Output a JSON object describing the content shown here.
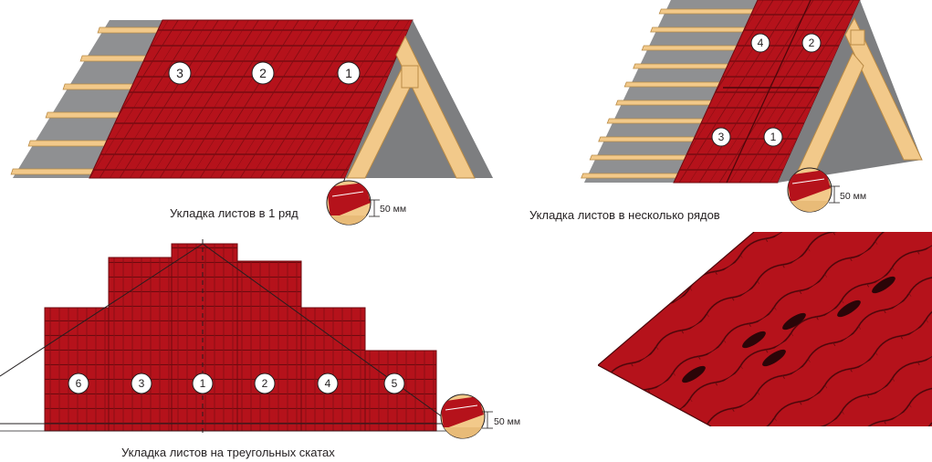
{
  "colors": {
    "sheet": "#b5121b",
    "sheet_dark": "#7a0a10",
    "wood": "#f2c98a",
    "wood_dark": "#b98a45",
    "membrane": "#8f9092",
    "membrane_light": "#c9cacb",
    "outline": "#231f20"
  },
  "panels": {
    "single_row": {
      "caption": "Укладка листов в 1 ряд",
      "sheet_numbers": [
        "3",
        "2",
        "1"
      ],
      "overlap_label": "50 мм"
    },
    "multi_row": {
      "caption": "Укладка листов в несколько рядов",
      "sheet_numbers": [
        "4",
        "2",
        "3",
        "1"
      ],
      "overlap_label": "50 мм"
    },
    "triangular": {
      "caption": "Укладка листов на треугольных скатах",
      "sheet_numbers": [
        "6",
        "3",
        "1",
        "2",
        "4",
        "5"
      ],
      "overlap_label": "50 мм"
    },
    "closeup": {}
  }
}
